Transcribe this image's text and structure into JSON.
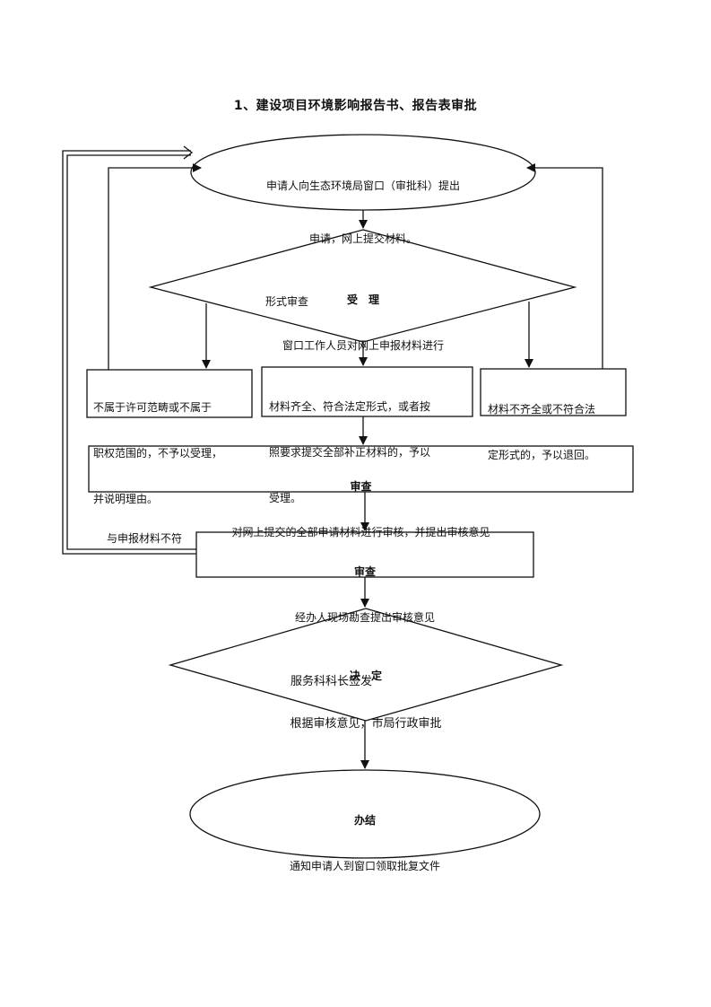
{
  "title": "1、建设项目环境影响报告书、报告表审批",
  "nodes": {
    "apply": {
      "line1": "申请人向生态环境局窗口（审批科）提出",
      "line2": "申请，网上提交材料。"
    },
    "accept": {
      "heading": "受　理",
      "line1": "窗口工作人员对网上申报材料进行",
      "line2": "形式审查"
    },
    "reject_scope": {
      "line1": "不属于许可范畴或不属于",
      "line2": "职权范围的，不予以受理，",
      "line3": "并说明理由。"
    },
    "accepted": {
      "line1": "材料齐全、符合法定形式，或者按",
      "line2": "照要求提交全部补正材料的，予以",
      "line3": "受理。"
    },
    "returned": {
      "line1": "材料不齐全或不符合法",
      "line2": "定形式的，予以退回。"
    },
    "review1": {
      "heading": "审查",
      "line1": "对网上提交的全部申请材料进行审核，并提出审核意见"
    },
    "review2": {
      "heading": "审查",
      "line1": "经办人现场勘查提出审核意见"
    },
    "side_note": "与申报材料不符",
    "decide": {
      "heading": "决　定",
      "line1": "根据审核意见，市局行政审批",
      "line2": "服务科科长签发"
    },
    "finish": {
      "heading": "办结",
      "line1": "通知申请人到窗口领取批复文件"
    }
  }
}
